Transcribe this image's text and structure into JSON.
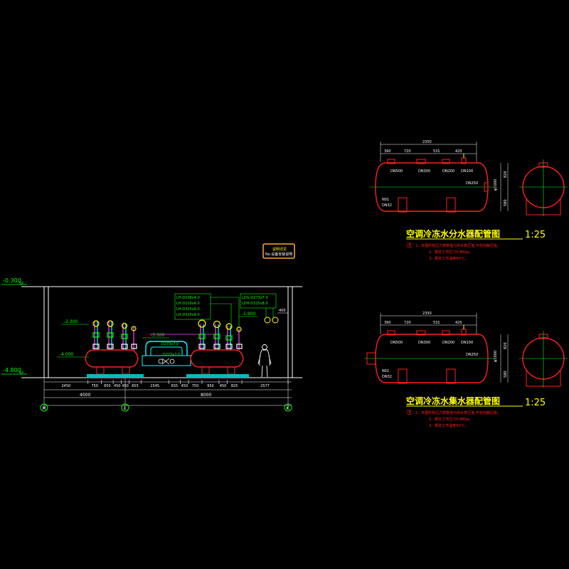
{
  "elevation_view": {
    "levels": [
      "-0.300",
      "-2.300",
      "-4.000",
      "-4.800",
      "-3.300",
      "-1.900"
    ],
    "pipe_labels_left": [
      "LH-D108x4.0",
      "LH-D219x6.0",
      "LH-D325x8.0",
      "LH-D325x8.0"
    ],
    "pipe_labels_right": [
      "LDG-D273x7.0",
      "LDH-D325x8.0"
    ],
    "cross_labels": [
      "D273x7.0",
      "D273x7.0"
    ],
    "dim_segments": [
      "2450",
      "750",
      "650",
      "450",
      "450",
      "655",
      "1545",
      "655",
      "450",
      "750",
      "950",
      "450",
      "825",
      "2577"
    ],
    "dim_spans": [
      "4000",
      "8000"
    ],
    "dim_right": "400",
    "axis_labels": [
      "M",
      "L",
      "K"
    ],
    "note_box": [
      "说明详见",
      "No.设备安装说明"
    ]
  },
  "distributor": {
    "title": "空调冷冻水分水器配管图",
    "scale": "1:25",
    "overall": "2350",
    "segments": [
      "390",
      "720",
      "531",
      "420"
    ],
    "nozzles": [
      "DN500",
      "DN300",
      "DN200",
      "DN100"
    ],
    "main": "DN250",
    "drain": "DN32",
    "drain_label": "N01",
    "dia": "φ1000",
    "heights": [
      "820",
      "580"
    ],
    "notes_head": "注:",
    "notes": [
      "1、本图所有压力表数值为供水表压值,不包括静压值。",
      "2、额定工作压力0.8Mpa。",
      "3、额定工作温度60°C。"
    ]
  },
  "collector": {
    "title": "空调冷冻水集水器配管图",
    "scale": "1:25",
    "overall": "2350",
    "segments": [
      "390",
      "720",
      "531",
      "420"
    ],
    "nozzles": [
      "DN500",
      "DN300",
      "DN200",
      "DN100"
    ],
    "main": "DN250",
    "drain": "DN32",
    "drain_label": "N01",
    "dia": "φ1000",
    "heights": [
      "820",
      "580"
    ],
    "notes_head": "注:",
    "notes": [
      "1、本图所有压力表数值为供水表压值,不包括静压值。",
      "2、额定工作压力0.8Mpa。",
      "3、额定工作温度60°C。"
    ]
  },
  "colors": {
    "background": "#000000",
    "vessel": "#ff2020",
    "dimension": "#ffffff",
    "title": "#ffff00",
    "centerline": "#00ff00",
    "pipe": "#00ffff",
    "valve": "#ff44ff"
  }
}
